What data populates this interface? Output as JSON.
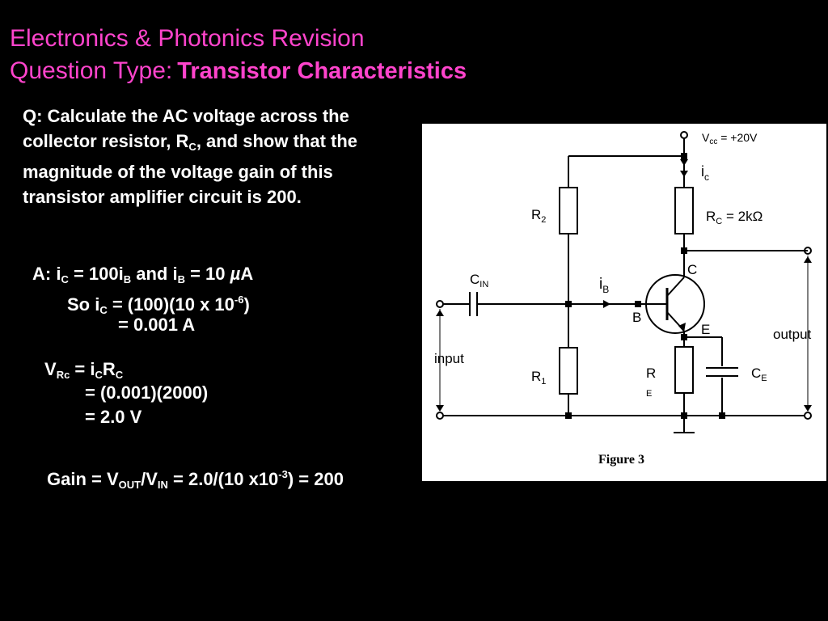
{
  "header": {
    "line1": "Electronics & Photonics Revision",
    "line2_prefix": "Question Type:",
    "line2_topic": "Transistor Characteristics"
  },
  "question": {
    "t1": "Q: Calculate the AC voltage across the collector resistor, R",
    "t1_sub": "C",
    "t2": ", and show that the magnitude of the voltage gain of this transistor amplifier circuit is 200."
  },
  "answer": {
    "l1": {
      "a": "A: i",
      "a_sub": "C",
      "b": " = 100i",
      "b_sub": "B",
      "c": " and i",
      "c_sub": "B",
      "d": " = 10 ",
      "mu": "µ",
      "e": "A"
    },
    "l2": {
      "a": "So i",
      "a_sub": "C",
      "b": " = (100)(10 x 10",
      "b_sup": "-6",
      "c": ")"
    },
    "l3": "= 0.001 A",
    "l4": {
      "a": "V",
      "a_sub": "Rc",
      "b": " = i",
      "b_sub": "C",
      "c": "R",
      "c_sub": "C"
    },
    "l5": "= (0.001)(2000)",
    "l6": "= 2.0 V",
    "l7": {
      "a": "Gain = V",
      "a_sub": "OUT",
      "b": "/V",
      "b_sub": "IN",
      "c": " = 2.0/(10 x10",
      "c_sup": "-3",
      "d": ") = 200"
    }
  },
  "circuit": {
    "vcc": "V",
    "vcc_sub": "cc",
    "vcc_val": " = +20V",
    "ic": "i",
    "ic_sub": "c",
    "r2": "R",
    "r2_sub": "2",
    "rc": "R",
    "rc_sub": "C",
    "rc_val": " = 2kΩ",
    "c_pin": "C",
    "cin": "C",
    "cin_sub": "IN",
    "ib": "i",
    "ib_sub": "B",
    "b_pin": "B",
    "e_pin": "E",
    "output": "output",
    "input": "input",
    "r1": "R",
    "r1_sub": "1",
    "re": "R",
    "re_sub": "E",
    "ce": "C",
    "ce_sub": "E",
    "caption": "Figure 3"
  },
  "colors": {
    "title": "#ff44cc",
    "text": "#ffffff",
    "background": "#000000"
  }
}
